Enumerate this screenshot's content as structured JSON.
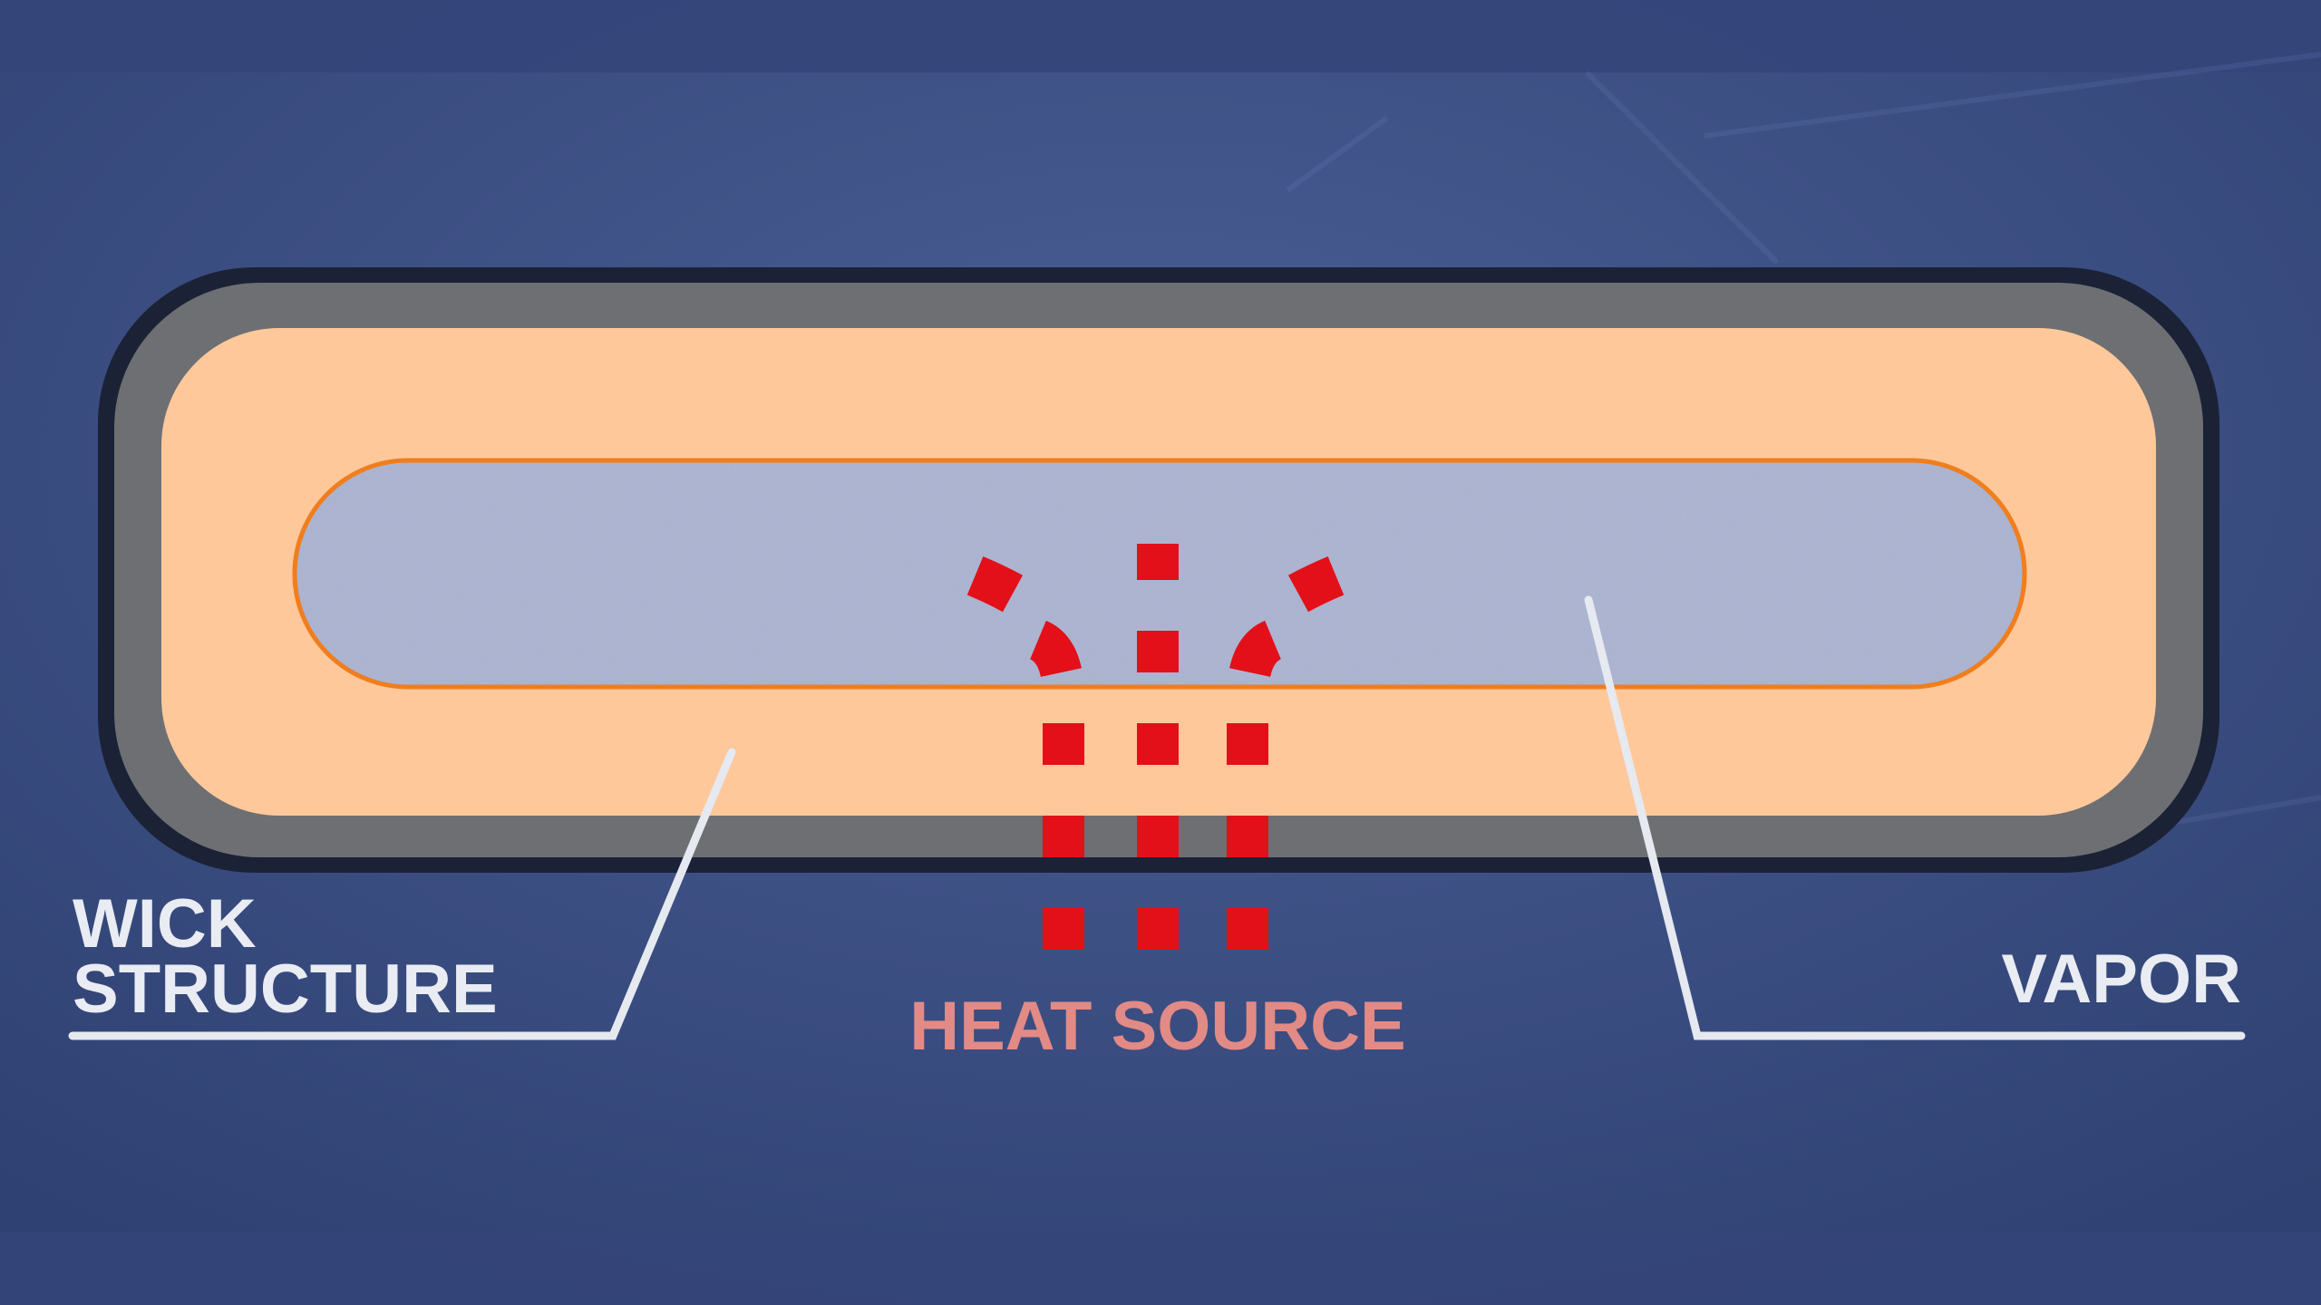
{
  "labels": {
    "wick_line1": "WICK",
    "wick_line2": "STRUCTURE",
    "vapor": "VAPOR",
    "heat_source": "HEAT SOURCE"
  },
  "colors": {
    "background": "#3f5285",
    "background_band": "#334575",
    "pipe_outline": "#1b2236",
    "pipe_wall": "#6d6f73",
    "wick": "#fec89a",
    "vapor_channel": "#aab3d2",
    "vapor_border": "#f07e1d",
    "heat_arrows": "#e3101a",
    "leader_lines": "#e6e9ef",
    "label_white": "#e9ecf2",
    "label_heat": "#e28a86"
  },
  "icons": {
    "heat": "dashed-heat-flow-arrows"
  }
}
